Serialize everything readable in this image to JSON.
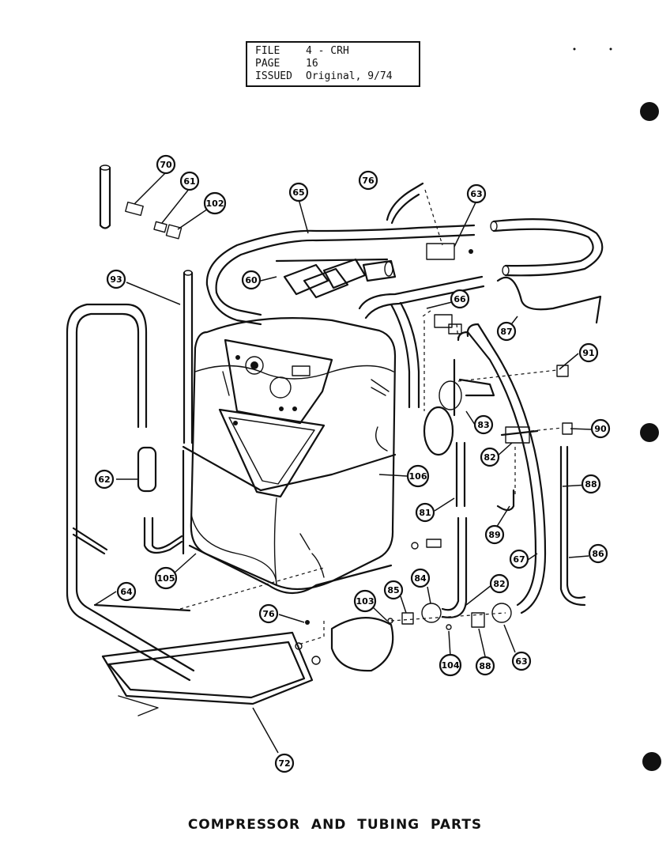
{
  "header": {
    "rows": [
      {
        "key": "FILE",
        "value": "4 - CRH"
      },
      {
        "key": "PAGE",
        "value": "16"
      },
      {
        "key": "ISSUED",
        "value": "Original, 9/74"
      }
    ]
  },
  "caption": "COMPRESSOR  AND  TUBING  PARTS",
  "callouts": [
    "70",
    "61",
    "102",
    "65",
    "76",
    "63",
    "60",
    "93",
    "66",
    "87",
    "91",
    "90",
    "83",
    "82",
    "106",
    "89",
    "81",
    "62",
    "88",
    "86",
    "67",
    "105",
    "64",
    "76",
    "103",
    "85",
    "84",
    "82",
    "104",
    "88",
    "63",
    "72"
  ]
}
